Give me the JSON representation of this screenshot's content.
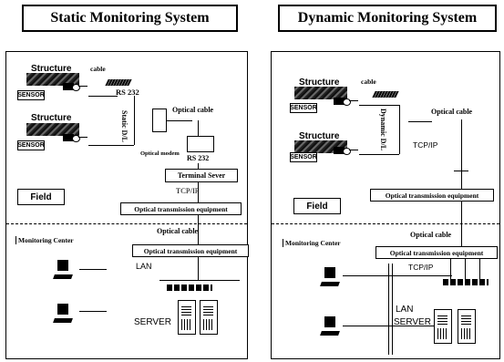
{
  "static": {
    "title": "Static Monitoring System",
    "structure": "Structure",
    "sensor": "SENSOR",
    "cable": "cable",
    "rs232_top": "RS 232",
    "rs232_bottom": "RS 232",
    "static_dl": "Static D/L",
    "optical_cable": "Optical cable",
    "optical_modem": "Optical modem",
    "terminal_server": "Terminal Sever",
    "tcp_ip": "TCP/IP",
    "optical_tx_field": "Optical transmission equipment",
    "field": "Field",
    "optical_cable_link": "Optical cable",
    "monitoring_center": "Monitoring Center",
    "optical_tx_center": "Optical transmission equipment",
    "lan": "LAN",
    "server": "SERVER"
  },
  "dynamic": {
    "title": "Dynamic Monitoring System",
    "structure": "Structure",
    "sensor": "SENSOR",
    "cable": "cable",
    "dynamic_dl": "Dynamic D/L",
    "optical_cable": "Optical cable",
    "tcp_ip_top": "TCP/IP",
    "optical_tx_field": "Optical transmission equipment",
    "field": "Field",
    "optical_cable_link": "Optical cable",
    "monitoring_center": "Monitoring Center",
    "optical_tx_center": "Optical transmission equipment",
    "tcp_ip_bottom": "TCP/IP",
    "lan": "LAN",
    "server": "SERVER"
  }
}
